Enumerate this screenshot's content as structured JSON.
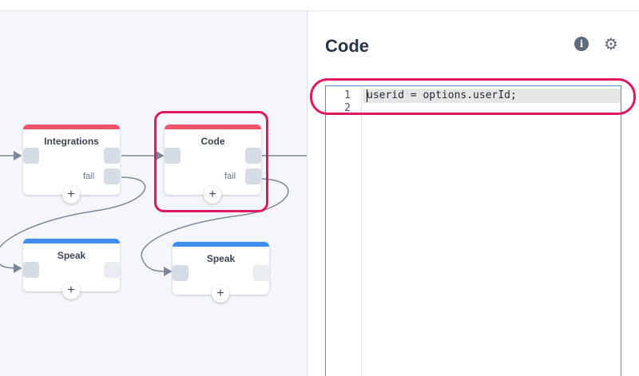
{
  "canvas": {
    "nodes": [
      {
        "title": "Integrations",
        "type": "integrations",
        "has_fail": true,
        "fail_label": "fail",
        "add_label": "+"
      },
      {
        "title": "Code",
        "type": "code",
        "has_fail": true,
        "fail_label": "fail",
        "add_label": "+"
      },
      {
        "title": "Speak",
        "type": "speak",
        "add_label": "+"
      },
      {
        "title": "Speak",
        "type": "speak",
        "add_label": "+"
      }
    ],
    "colors": {
      "action_bar": "#f0536b",
      "speak_bar": "#3d8ef0",
      "highlight": "#e0195f",
      "wire": "#7c8798"
    }
  },
  "panel": {
    "title": "Code",
    "info_icon": "info-icon",
    "gear_icon": "gear-icon"
  },
  "editor": {
    "lines": [
      {
        "number": "1",
        "text": "userid = options.userId;"
      },
      {
        "number": "2",
        "text": ""
      }
    ]
  }
}
